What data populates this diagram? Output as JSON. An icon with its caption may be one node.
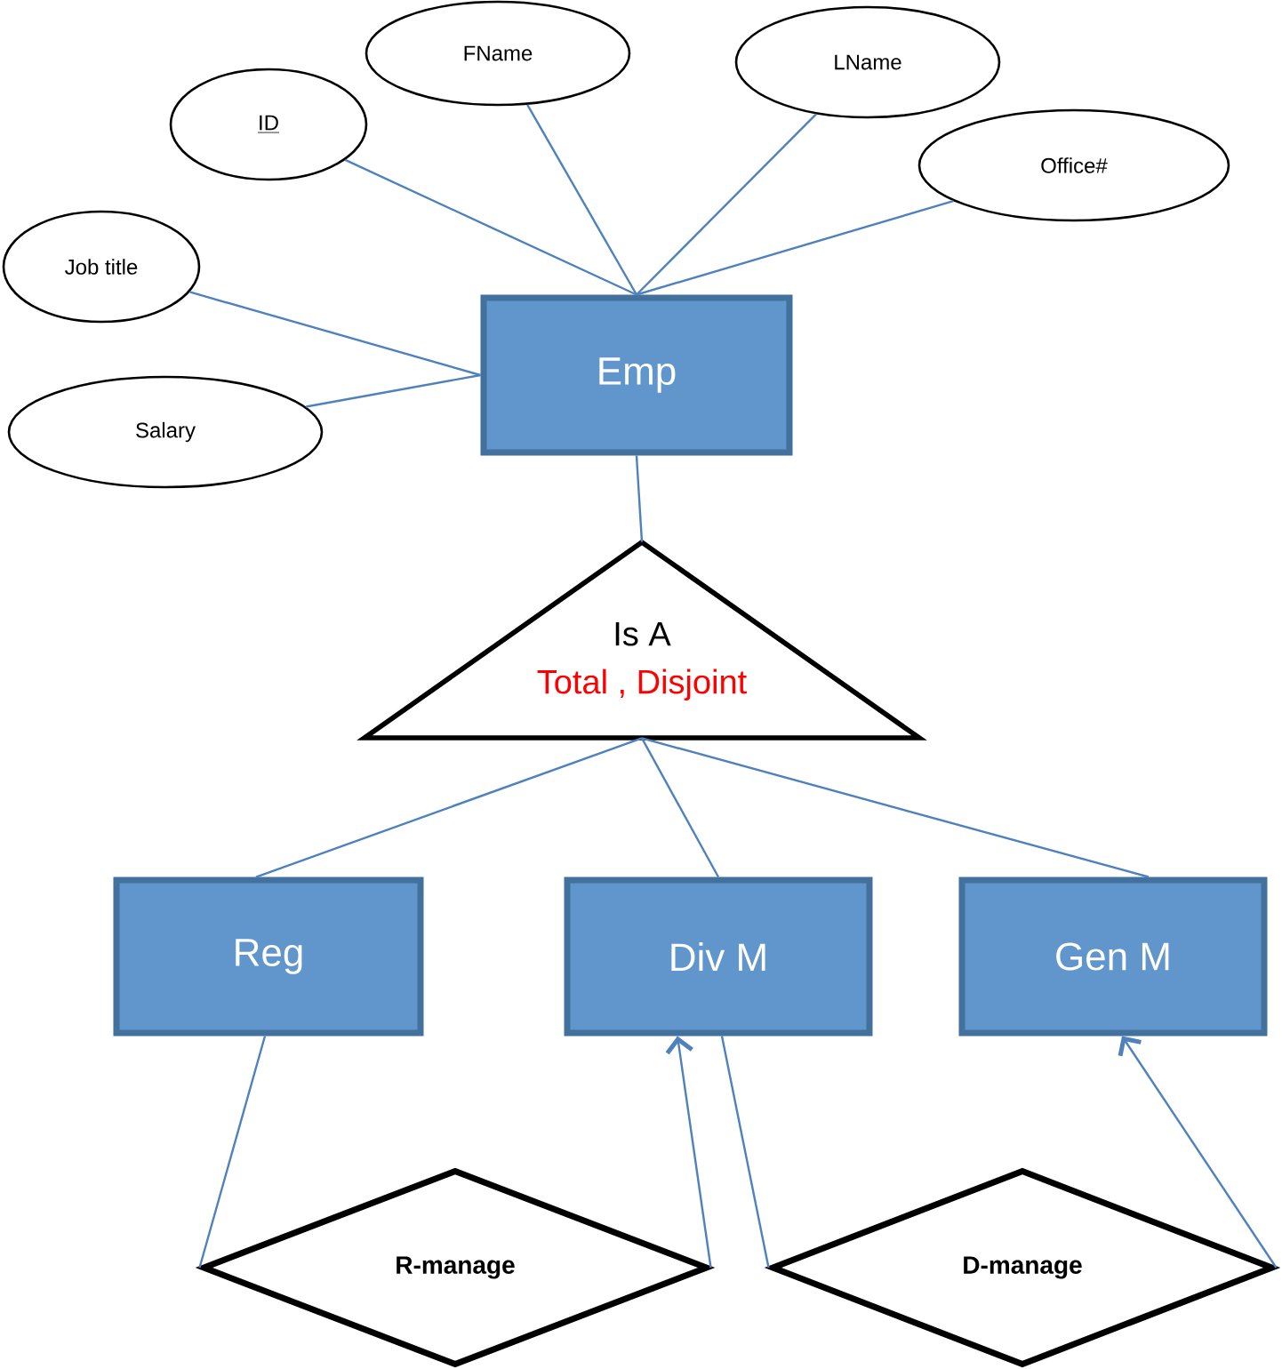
{
  "diagram": {
    "nodes": [
      {
        "text": [
          "FName"
        ]
      },
      {
        "text": [
          "LName"
        ]
      },
      {
        "text": [
          "ID"
        ]
      },
      {
        "text": [
          "Office#"
        ]
      },
      {
        "text": [
          "Job title"
        ]
      },
      {
        "text": [
          "Salary"
        ]
      },
      {
        "text": [
          "Emp"
        ]
      },
      {
        "text": [
          "Is A",
          "Total , Disjoint"
        ]
      },
      {
        "text": [
          "Reg"
        ]
      },
      {
        "text": [
          "Div M"
        ]
      },
      {
        "text": [
          "Gen M"
        ]
      },
      {
        "text": [
          "R-manage"
        ]
      },
      {
        "text": [
          "D-manage"
        ]
      }
    ],
    "edges": [
      {
        "from": 0,
        "to": 6,
        "arrow": "none"
      },
      {
        "from": 1,
        "to": 6,
        "arrow": "none"
      },
      {
        "from": 2,
        "to": 6,
        "arrow": "none"
      },
      {
        "from": 3,
        "to": 6,
        "arrow": "none"
      },
      {
        "from": 4,
        "to": 6,
        "arrow": "none"
      },
      {
        "from": 5,
        "to": 6,
        "arrow": "none"
      },
      {
        "from": 6,
        "to": 7,
        "arrow": "none"
      },
      {
        "from": 7,
        "to": 8,
        "arrow": "none"
      },
      {
        "from": 7,
        "to": 9,
        "arrow": "none"
      },
      {
        "from": 7,
        "to": 10,
        "arrow": "none"
      },
      {
        "from": 8,
        "to": 11,
        "arrow": "none"
      },
      {
        "from": 11,
        "to": 9,
        "arrow": "to"
      },
      {
        "from": 9,
        "to": 12,
        "arrow": "none"
      },
      {
        "from": 12,
        "to": 10,
        "arrow": "to"
      }
    ]
  }
}
